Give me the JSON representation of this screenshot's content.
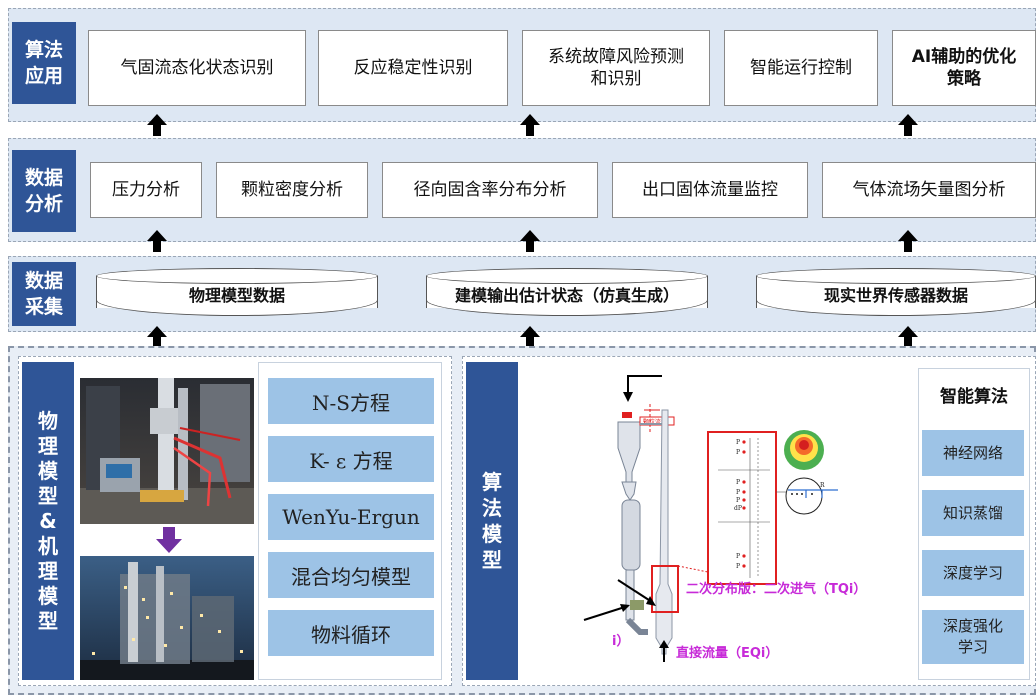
{
  "rows": {
    "application": {
      "label": "算法\n应用",
      "items": [
        "气固流态化状态识别",
        "反应稳定性识别",
        "系统故障风险预测\n和识别",
        "智能运行控制",
        "AI辅助的优化\n策略"
      ]
    },
    "analysis": {
      "label": "数据\n分析",
      "items": [
        "压力分析",
        "颗粒密度分析",
        "径向固含率分布分析",
        "出口固体流量监控",
        "气体流场矢量图分析"
      ]
    },
    "collection": {
      "label": "数据\n采集",
      "items": [
        "物理模型数据",
        "建模输出估计状态（仿真生成）",
        "现实世界传感器数据"
      ]
    }
  },
  "physical": {
    "label_chars": [
      "物",
      "理",
      "模",
      "型",
      "&",
      "机",
      "理",
      "模",
      "型"
    ],
    "equations": [
      "N-S方程",
      "K- ε 方程",
      "WenYu-Ergun",
      "混合均匀模型",
      "物料循环"
    ]
  },
  "algorithm": {
    "label_chars": [
      "算",
      "法",
      "模",
      "型"
    ],
    "title": "智能算法",
    "items": [
      "神经网络",
      "知识蒸馏",
      "深度学习",
      "深度强化\n学习"
    ],
    "annotations": {
      "secondary": "二次分布版：二次进气（TQi）",
      "direct": "直接流量（EQi）",
      "partial": "i）"
    }
  },
  "colors": {
    "label_blue": "#2f5597",
    "band": "#dde7f3",
    "eq_blue": "#9dc3e6",
    "red": "#e02020",
    "magenta": "#c72ad8"
  }
}
